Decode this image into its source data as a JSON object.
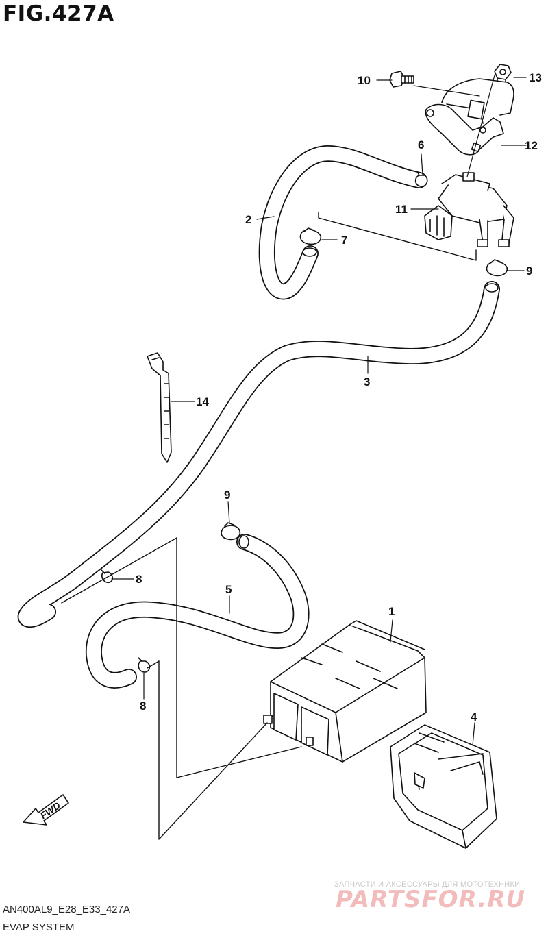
{
  "figure": {
    "title": "FIG.427A"
  },
  "parts": [
    {
      "ref": "1"
    },
    {
      "ref": "2"
    },
    {
      "ref": "3"
    },
    {
      "ref": "4"
    },
    {
      "ref": "5"
    },
    {
      "ref": "6"
    },
    {
      "ref": "7"
    },
    {
      "ref": "8"
    },
    {
      "ref": "8"
    },
    {
      "ref": "9"
    },
    {
      "ref": "9"
    },
    {
      "ref": "10"
    },
    {
      "ref": "11"
    },
    {
      "ref": "12"
    },
    {
      "ref": "13"
    },
    {
      "ref": "14"
    }
  ],
  "fwd_label": "FWD",
  "footer": {
    "code": "AN400AL9_E28_E33_427A",
    "name": "EVAP SYSTEM"
  },
  "watermark": {
    "tagline": "ЗАПЧАСТИ И АКСЕССУАРЫ ДЛЯ МОТОТЕХНИКИ",
    "logo": "PARTSFOR.RU"
  },
  "colors": {
    "line": "#111111",
    "watermark_logo": "#f2bcbc",
    "watermark_text": "#c9c9c9"
  }
}
